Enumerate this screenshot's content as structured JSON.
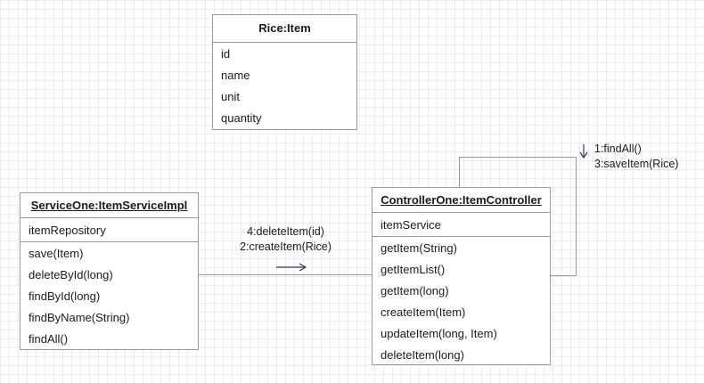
{
  "diagram": {
    "type": "uml-collaboration-diagram",
    "background": "#ffffff",
    "grid_color": "#e8ebef",
    "border_color": "#9a9a9a",
    "text_color": "#1b1b1b"
  },
  "boxes": {
    "rice_item": {
      "title": "Rice:Item",
      "attributes": [
        "id",
        "name",
        "unit",
        "quantity"
      ],
      "operations": []
    },
    "service_one": {
      "title": "ServiceOne:ItemServiceImpl",
      "attributes": [
        "itemRepository"
      ],
      "operations": [
        "save(Item)",
        "deleteById(long)",
        "findById(long)",
        "findByName(String)",
        "findAll()"
      ]
    },
    "controller_one": {
      "title": "ControllerOne:ItemController",
      "attributes": [
        "itemService"
      ],
      "operations": [
        "getItem(String)",
        "getItemList()",
        "getItem(long)",
        "createItem(Item)",
        "updateItem(long, Item)",
        "deleteItem(long)"
      ]
    }
  },
  "messages": {
    "controller_to_service": {
      "line1": "4:deleteItem(id)",
      "line2": "2:createItem(Rice)",
      "direction_icon": "arrow-right-icon"
    },
    "controller_self": {
      "line1": "1:findAll()",
      "line2": "3:saveItem(Rice)",
      "direction_icon": "arrow-down-icon",
      "direction_glyph": "↓"
    }
  }
}
